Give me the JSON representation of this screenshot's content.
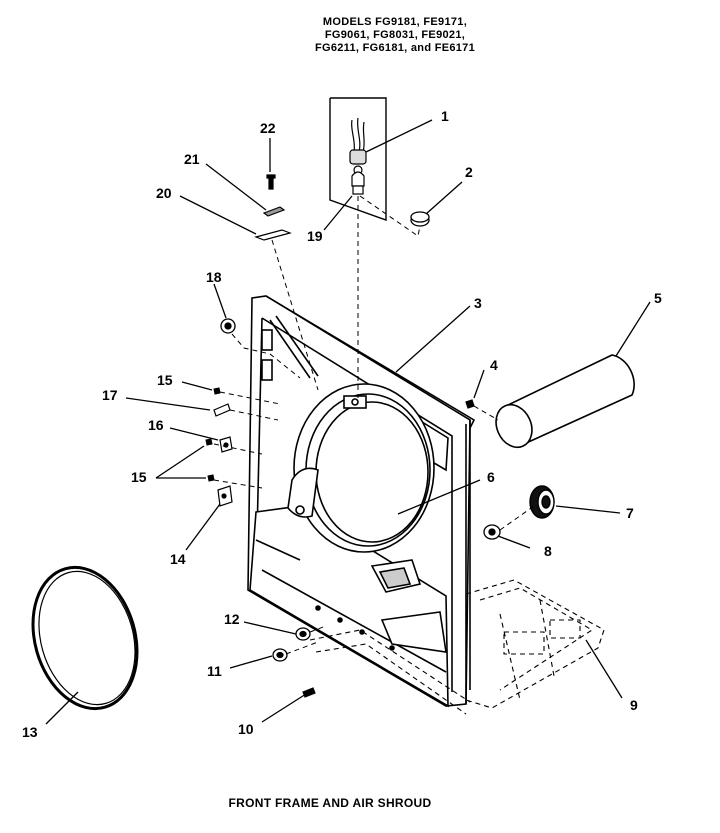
{
  "header": {
    "lines": [
      "MODELS FG9181, FE9171,",
      "FG9061, FG8031, FE9021,",
      "FG6211, FG6181, and FE6171"
    ]
  },
  "caption": "FRONT FRAME AND AIR SHROUD",
  "callouts": [
    "1",
    "2",
    "3",
    "4",
    "5",
    "6",
    "7",
    "8",
    "9",
    "10",
    "11",
    "12",
    "13",
    "14",
    "15",
    "15",
    "16",
    "17",
    "18",
    "19",
    "20",
    "21",
    "22"
  ]
}
